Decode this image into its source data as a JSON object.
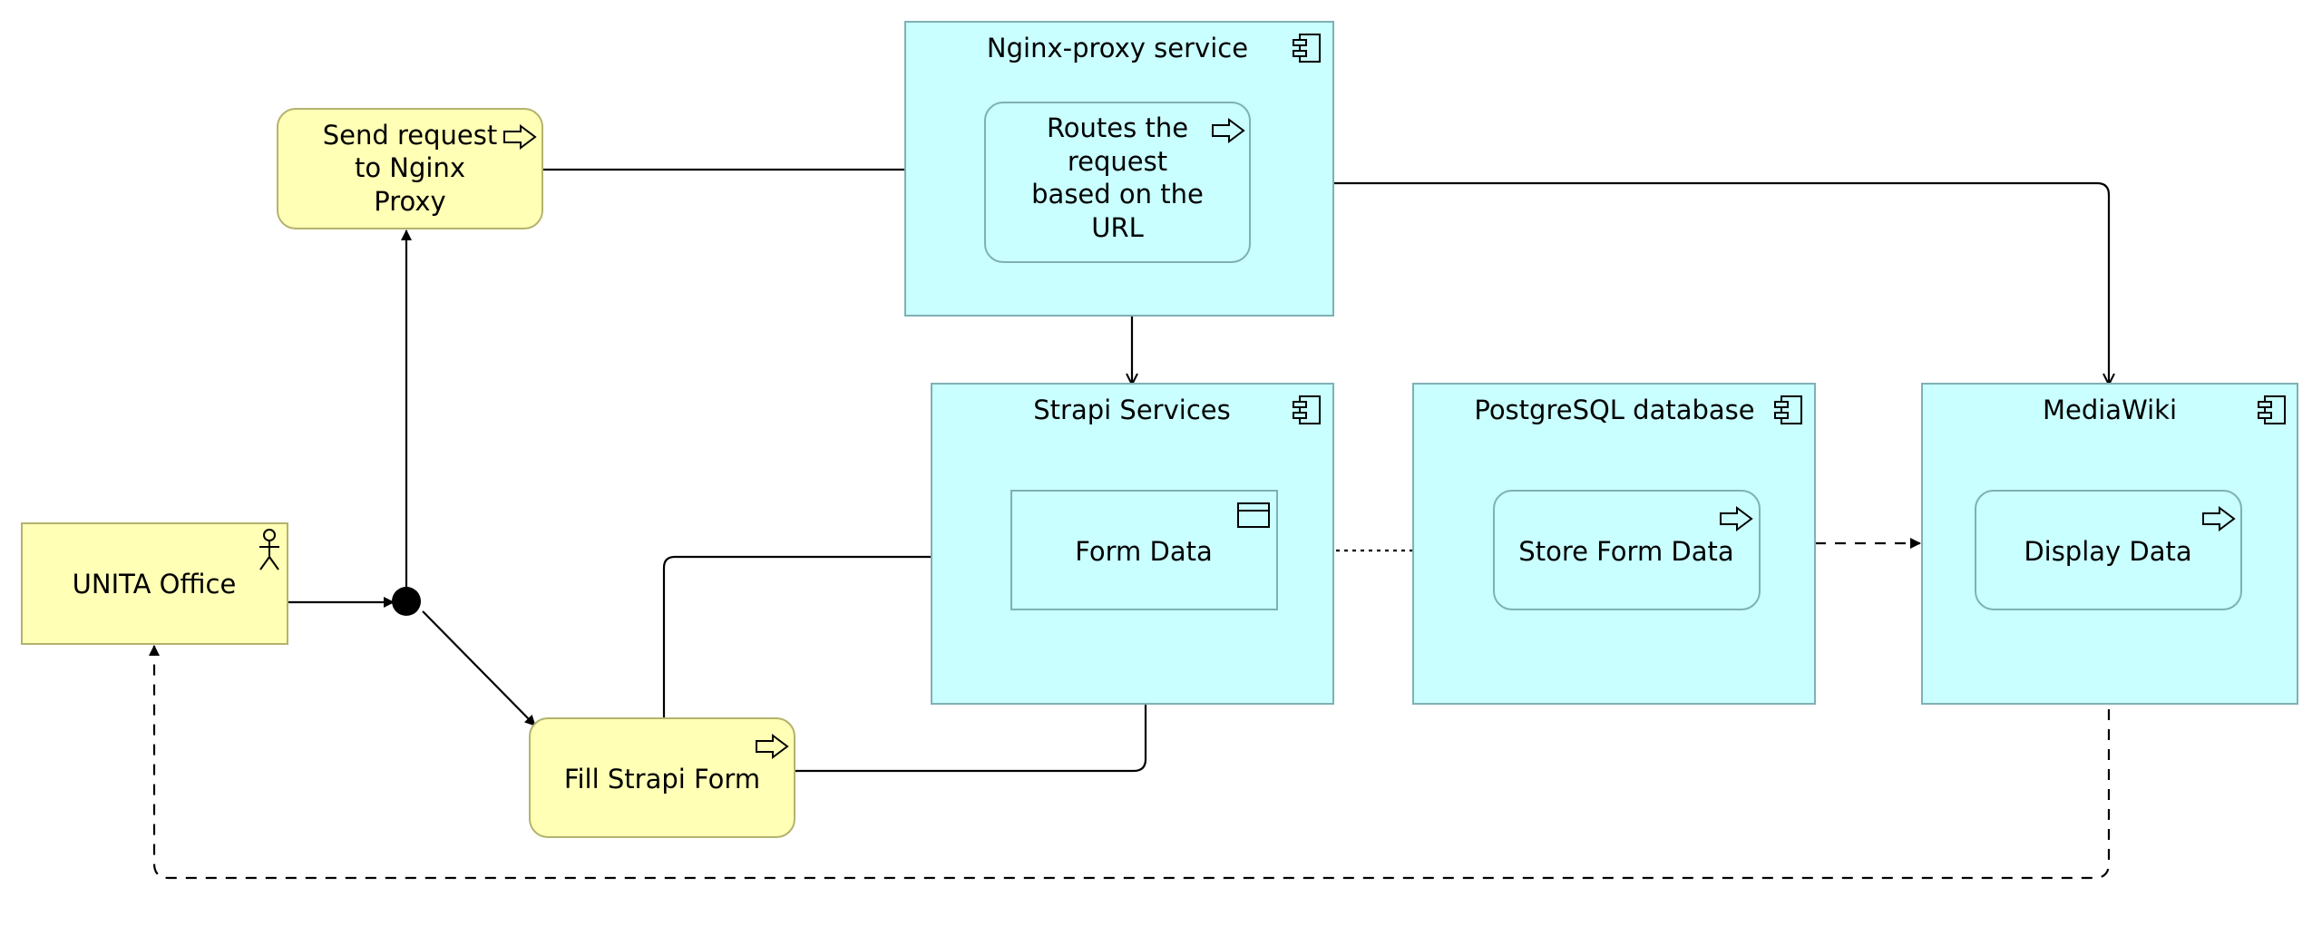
{
  "diagram": {
    "actors": [
      {
        "id": "unita",
        "label": "UNITA Office"
      }
    ],
    "processes": [
      {
        "id": "send",
        "lines": [
          "Send request",
          "to Nginx",
          "Proxy"
        ]
      },
      {
        "id": "fill",
        "lines": [
          "Fill Strapi Form"
        ]
      }
    ],
    "components": [
      {
        "id": "nginx",
        "title": "Nginx-proxy service"
      },
      {
        "id": "strapi",
        "title": "Strapi Services"
      },
      {
        "id": "postgres",
        "title": "PostgreSQL database"
      },
      {
        "id": "mediawiki",
        "title": "MediaWiki"
      }
    ],
    "services": [
      {
        "id": "routes",
        "lines": [
          "Routes the",
          "request",
          "based on the",
          "URL"
        ]
      },
      {
        "id": "store",
        "lines": [
          "Store Form Data"
        ]
      },
      {
        "id": "display",
        "lines": [
          "Display Data"
        ]
      }
    ],
    "data_objects": [
      {
        "id": "formdata",
        "label": "Form Data"
      }
    ],
    "colors": {
      "business_fill": "#ffffb5",
      "business_stroke": "#b3b36e",
      "application_fill": "#c9ffff",
      "application_stroke": "#7fb0b5",
      "line": "#000000"
    },
    "icons": [
      "actor-icon",
      "process-arrow-icon",
      "component-icon",
      "data-object-icon",
      "junction"
    ]
  }
}
